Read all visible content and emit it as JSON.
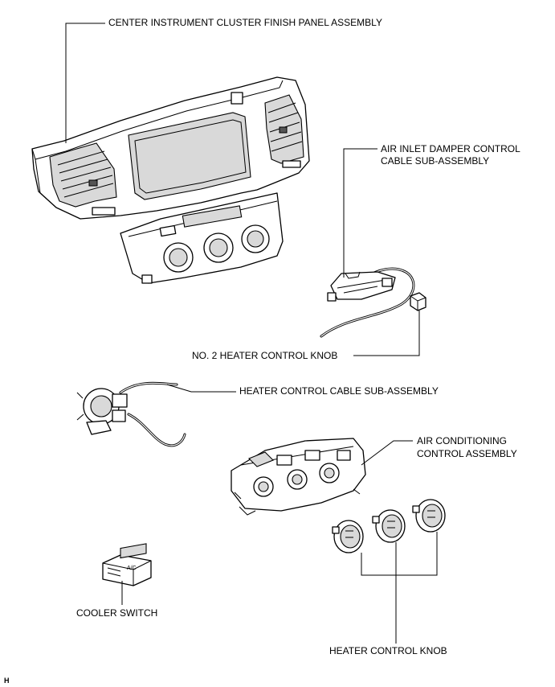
{
  "labels": {
    "center_panel": "CENTER INSTRUMENT CLUSTER FINISH PANEL ASSEMBLY",
    "air_inlet_cable_line1": "AIR INLET DAMPER CONTROL",
    "air_inlet_cable_line2": "CABLE SUB-ASSEMBLY",
    "no2_knob": "NO. 2 HEATER CONTROL KNOB",
    "heater_cable": "HEATER CONTROL CABLE SUB-ASSEMBLY",
    "ac_control_line1": "AIR CONDITIONING",
    "ac_control_line2": "CONTROL ASSEMBLY",
    "cooler_switch": "COOLER SWITCH",
    "heater_knob": "HEATER CONTROL KNOB",
    "corner_mark": "H"
  },
  "switch_text": "A/C"
}
